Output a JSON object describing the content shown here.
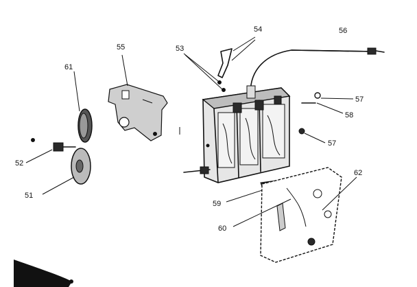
{
  "diagram": {
    "callouts": {
      "c51": "51",
      "c52": "52",
      "c53": "53",
      "c54": "54",
      "c55": "55",
      "c56": "56",
      "c57a": "57",
      "c57b": "57",
      "c58": "58",
      "c59": "59",
      "c60": "60",
      "c61": "61",
      "c62": "62"
    }
  }
}
